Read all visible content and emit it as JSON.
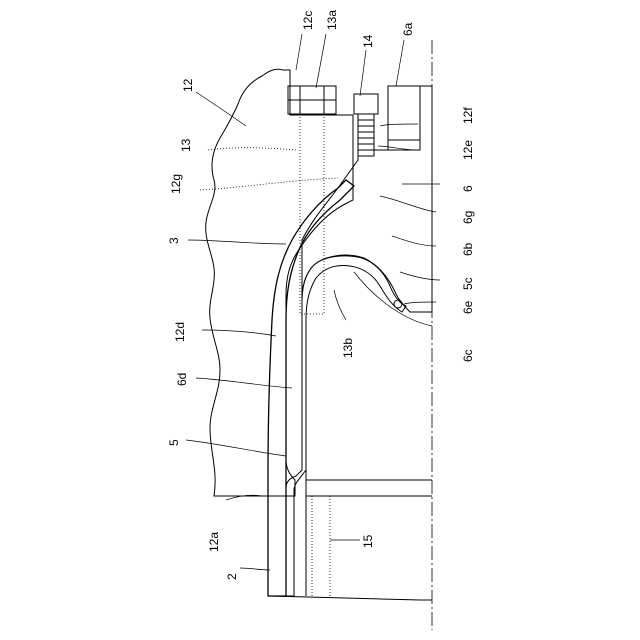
{
  "labels": {
    "ref_12c": "12c",
    "ref_13a": "13a",
    "ref_14": "14",
    "ref_6a": "6a",
    "ref_12": "12",
    "ref_12f": "12f",
    "ref_13": "13",
    "ref_12e": "12e",
    "ref_12g": "12g",
    "ref_6": "6",
    "ref_6g": "6g",
    "ref_3": "3",
    "ref_6b": "6b",
    "ref_5c": "5c",
    "ref_6e": "6e",
    "ref_12d": "12d",
    "ref_13b": "13b",
    "ref_6c": "6c",
    "ref_6d": "6d",
    "ref_5": "5",
    "ref_12a": "12a",
    "ref_15": "15",
    "ref_2": "2"
  }
}
